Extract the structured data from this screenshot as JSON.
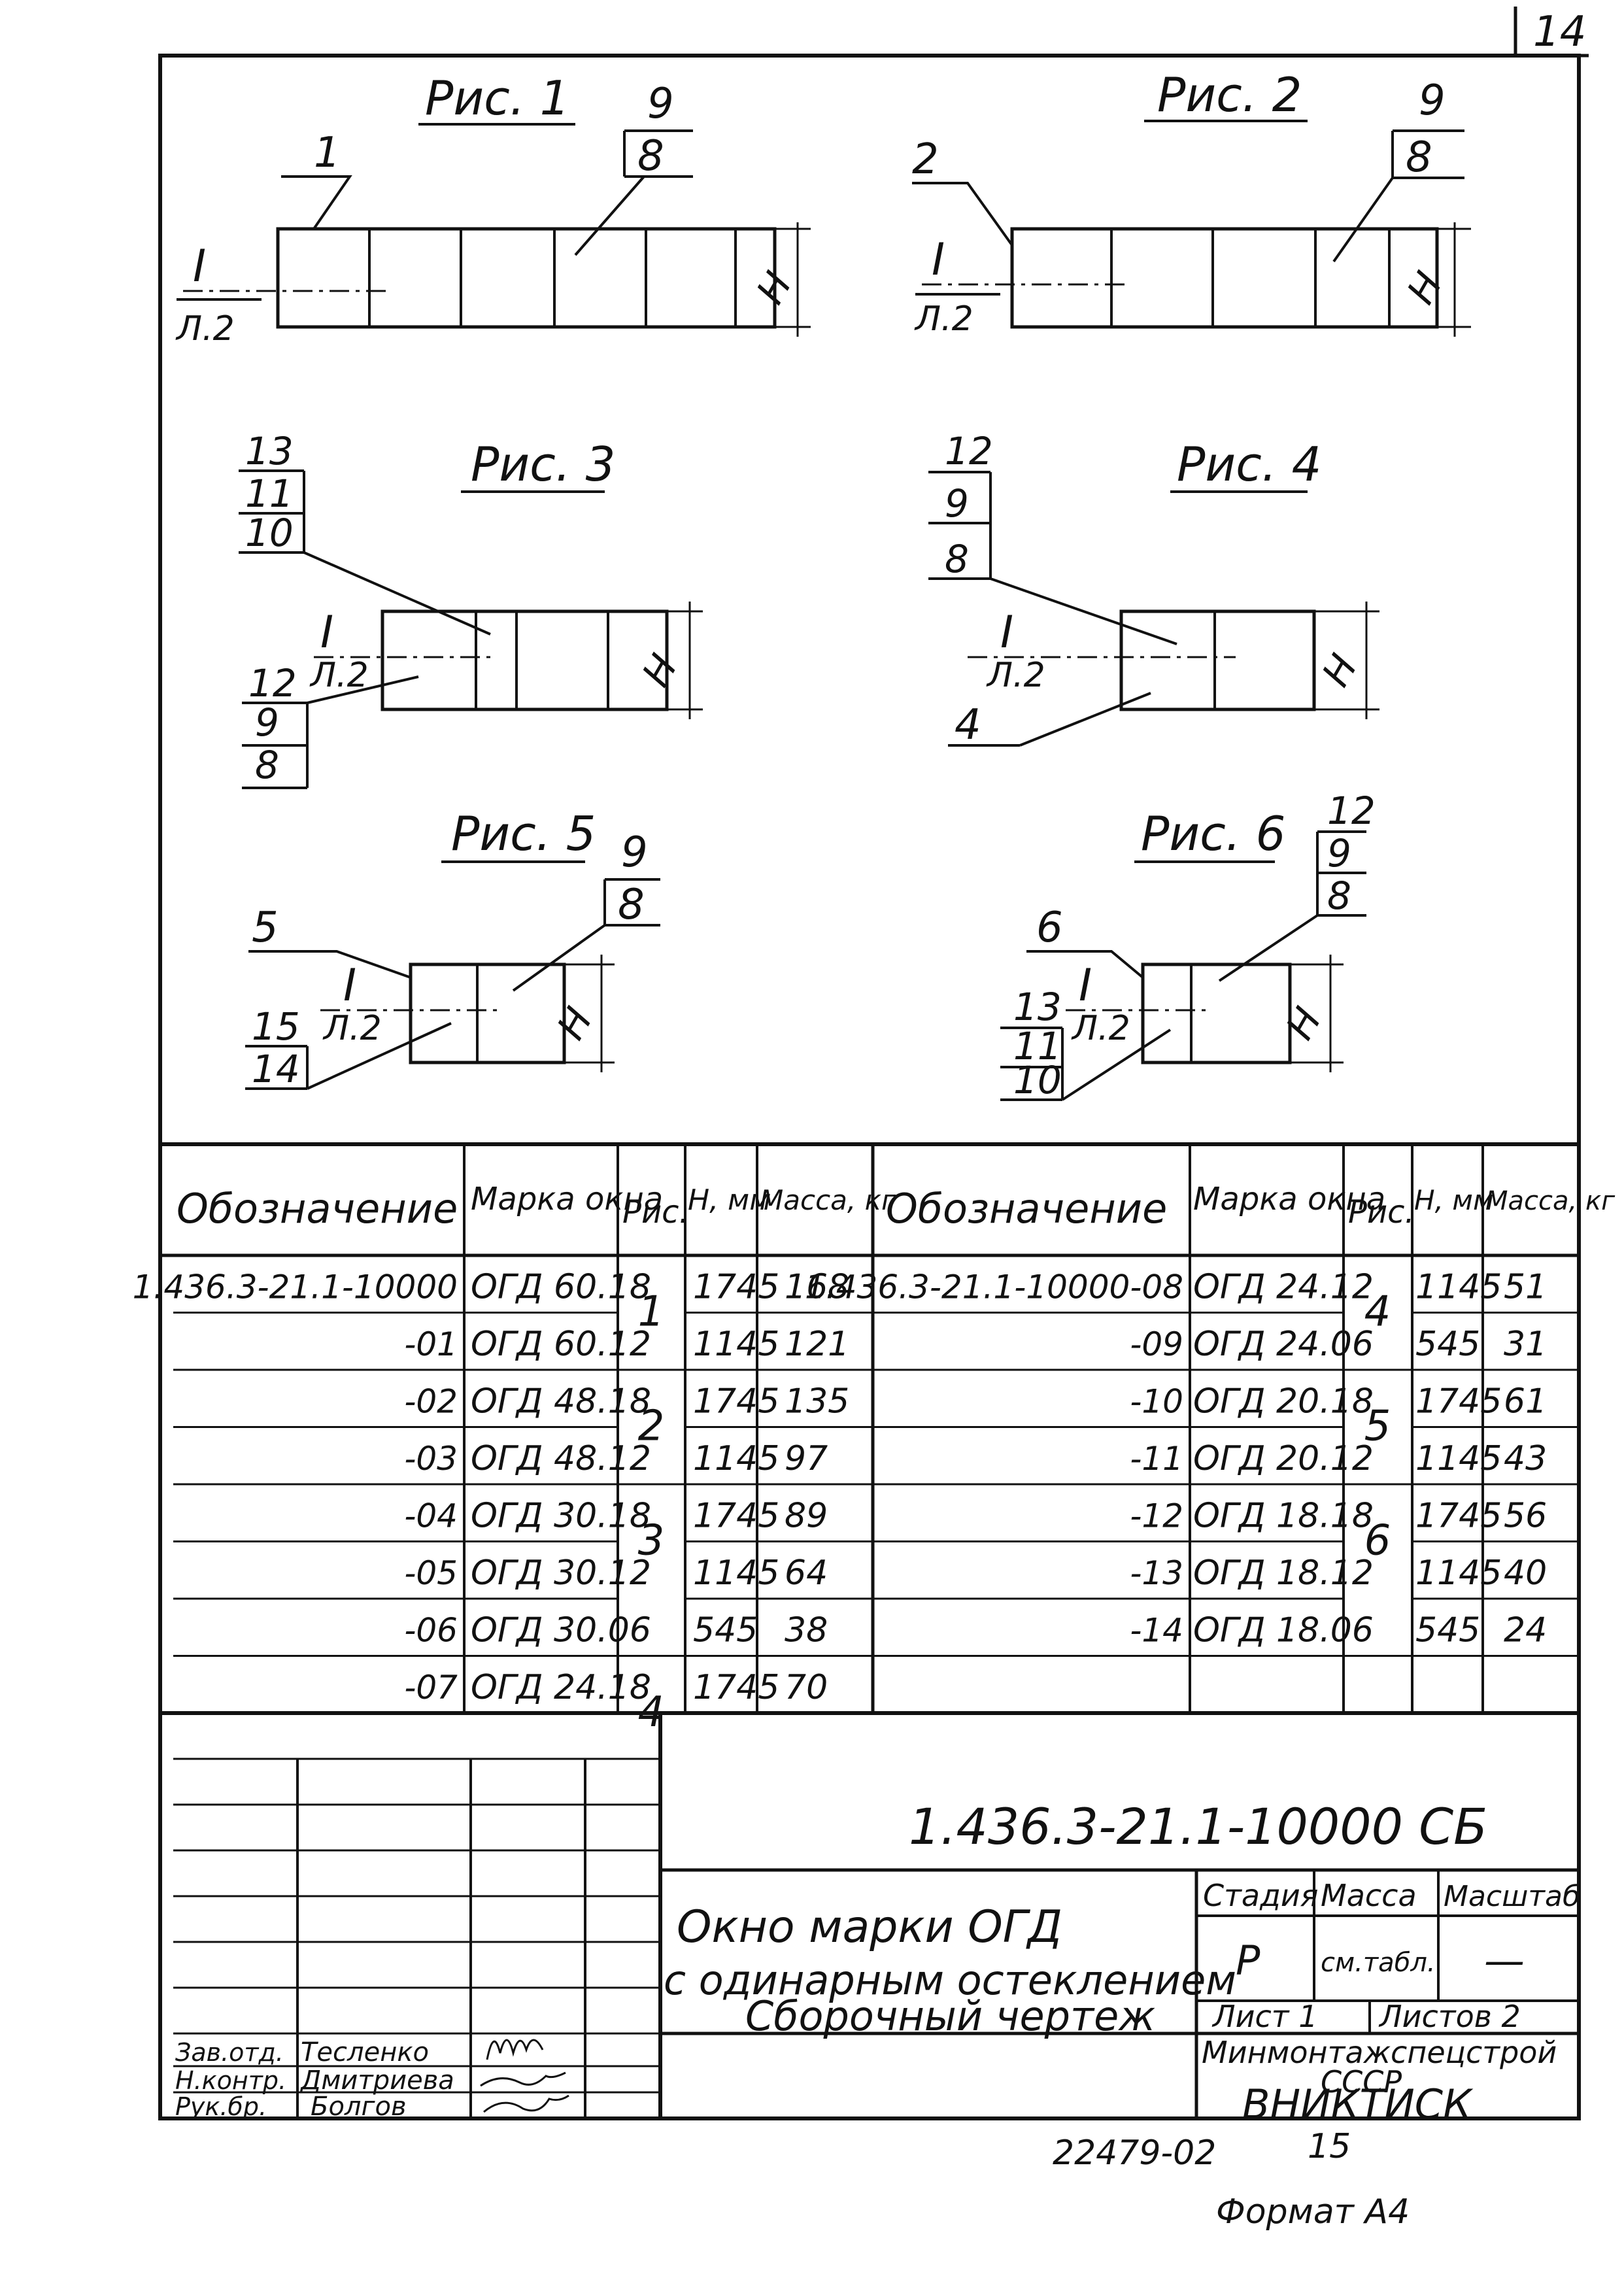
{
  "sheet_number": "14",
  "figures": [
    {
      "title": "Рис. 1",
      "callouts": [
        "1",
        "9",
        "8"
      ],
      "section": {
        "mark": "I",
        "sheet": "Л.2"
      },
      "dim": "H"
    },
    {
      "title": "Рис. 2",
      "callouts": [
        "2",
        "9",
        "8"
      ],
      "section": {
        "mark": "I",
        "sheet": "Л.2"
      },
      "dim": "H"
    },
    {
      "title": "Рис. 3",
      "callouts_top": [
        "13",
        "11",
        "10"
      ],
      "callouts_bottom": [
        "12",
        "9",
        "8"
      ],
      "section": {
        "mark": "I",
        "sheet": "Л.2"
      },
      "dim": "H"
    },
    {
      "title": "Рис. 4",
      "callouts_top": [
        "12",
        "9",
        "8"
      ],
      "callouts_bottom": [
        "4"
      ],
      "section": {
        "mark": "I",
        "sheet": "Л.2"
      },
      "dim": "H"
    },
    {
      "title": "Рис. 5",
      "callouts": [
        "5",
        "9",
        "8"
      ],
      "callouts_bottom": [
        "15",
        "14"
      ],
      "section": {
        "mark": "I",
        "sheet": "Л.2"
      },
      "dim": "H"
    },
    {
      "title": "Рис. 6",
      "callouts": [
        "6",
        "12",
        "9",
        "8"
      ],
      "callouts_bottom": [
        "13",
        "11",
        "10"
      ],
      "section": {
        "mark": "I",
        "sheet": "Л.2"
      },
      "dim": "H"
    }
  ],
  "table": {
    "headers_left": [
      "Обозначение",
      "Марка окна",
      "Рис.",
      "H, мм",
      "Масса, кг"
    ],
    "headers_right": [
      "Обозначение",
      "Марка окна",
      "Рис.",
      "H, мм",
      "Масса, кг"
    ],
    "left_rows": [
      {
        "code": "1.436.3-21.1-10000",
        "mark": "ОГД 60.18",
        "fig": "1",
        "h": "1745",
        "mass": "168"
      },
      {
        "code": "-01",
        "mark": "ОГД 60.12",
        "fig": "",
        "h": "1145",
        "mass": "121"
      },
      {
        "code": "-02",
        "mark": "ОГД 48.18",
        "fig": "2",
        "h": "1745",
        "mass": "135"
      },
      {
        "code": "-03",
        "mark": "ОГД 48.12",
        "fig": "",
        "h": "1145",
        "mass": "97"
      },
      {
        "code": "-04",
        "mark": "ОГД 30.18",
        "fig": "3",
        "h": "1745",
        "mass": "89"
      },
      {
        "code": "-05",
        "mark": "ОГД 30.12",
        "fig": "",
        "h": "1145",
        "mass": "64"
      },
      {
        "code": "-06",
        "mark": "ОГД 30.06",
        "fig": "",
        "h": "545",
        "mass": "38"
      },
      {
        "code": "-07",
        "mark": "ОГД 24.18",
        "fig": "4",
        "h": "1745",
        "mass": "70"
      }
    ],
    "right_rows": [
      {
        "code": "1.436.3-21.1-10000-08",
        "mark": "ОГД 24.12",
        "fig": "4",
        "h": "1145",
        "mass": "51"
      },
      {
        "code": "-09",
        "mark": "ОГД 24.06",
        "fig": "",
        "h": "545",
        "mass": "31"
      },
      {
        "code": "-10",
        "mark": "ОГД 20.18",
        "fig": "5",
        "h": "1745",
        "mass": "61"
      },
      {
        "code": "-11",
        "mark": "ОГД 20.12",
        "fig": "",
        "h": "1145",
        "mass": "43"
      },
      {
        "code": "-12",
        "mark": "ОГД 18.18",
        "fig": "6",
        "h": "1745",
        "mass": "56"
      },
      {
        "code": "-13",
        "mark": "ОГД 18.12",
        "fig": "",
        "h": "1145",
        "mass": "40"
      },
      {
        "code": "-14",
        "mark": "ОГД 18.06",
        "fig": "",
        "h": "545",
        "mass": "24"
      },
      {
        "code": "",
        "mark": "",
        "fig": "",
        "h": "",
        "mass": ""
      }
    ]
  },
  "title_block": {
    "designation": "1.436.3-21.1-10000 СБ",
    "name_lines": [
      "Окно марки ОГД",
      "с одинарным остеклением",
      "Сборочный чертеж"
    ],
    "stage_label": "Стадия",
    "mass_label": "Масса",
    "scale_label": "Масштаб",
    "stage": "Р",
    "mass": "см.табл.",
    "scale": "—",
    "sheet_label": "Лист 1",
    "sheets_label": "Листов 2",
    "organization": [
      "Минмонтажспецстрой",
      "СССР",
      "ВНИКТИСК"
    ],
    "signatures": [
      {
        "role": "Зав.отд.",
        "name": "Тесленко"
      },
      {
        "role": "Н.контр.",
        "name": "Дмитриева"
      },
      {
        "role": "Рук.бр.",
        "name": "Болгов"
      }
    ]
  },
  "footer": {
    "inventory": "22479-02",
    "page": "15",
    "format": "Формат А4"
  }
}
